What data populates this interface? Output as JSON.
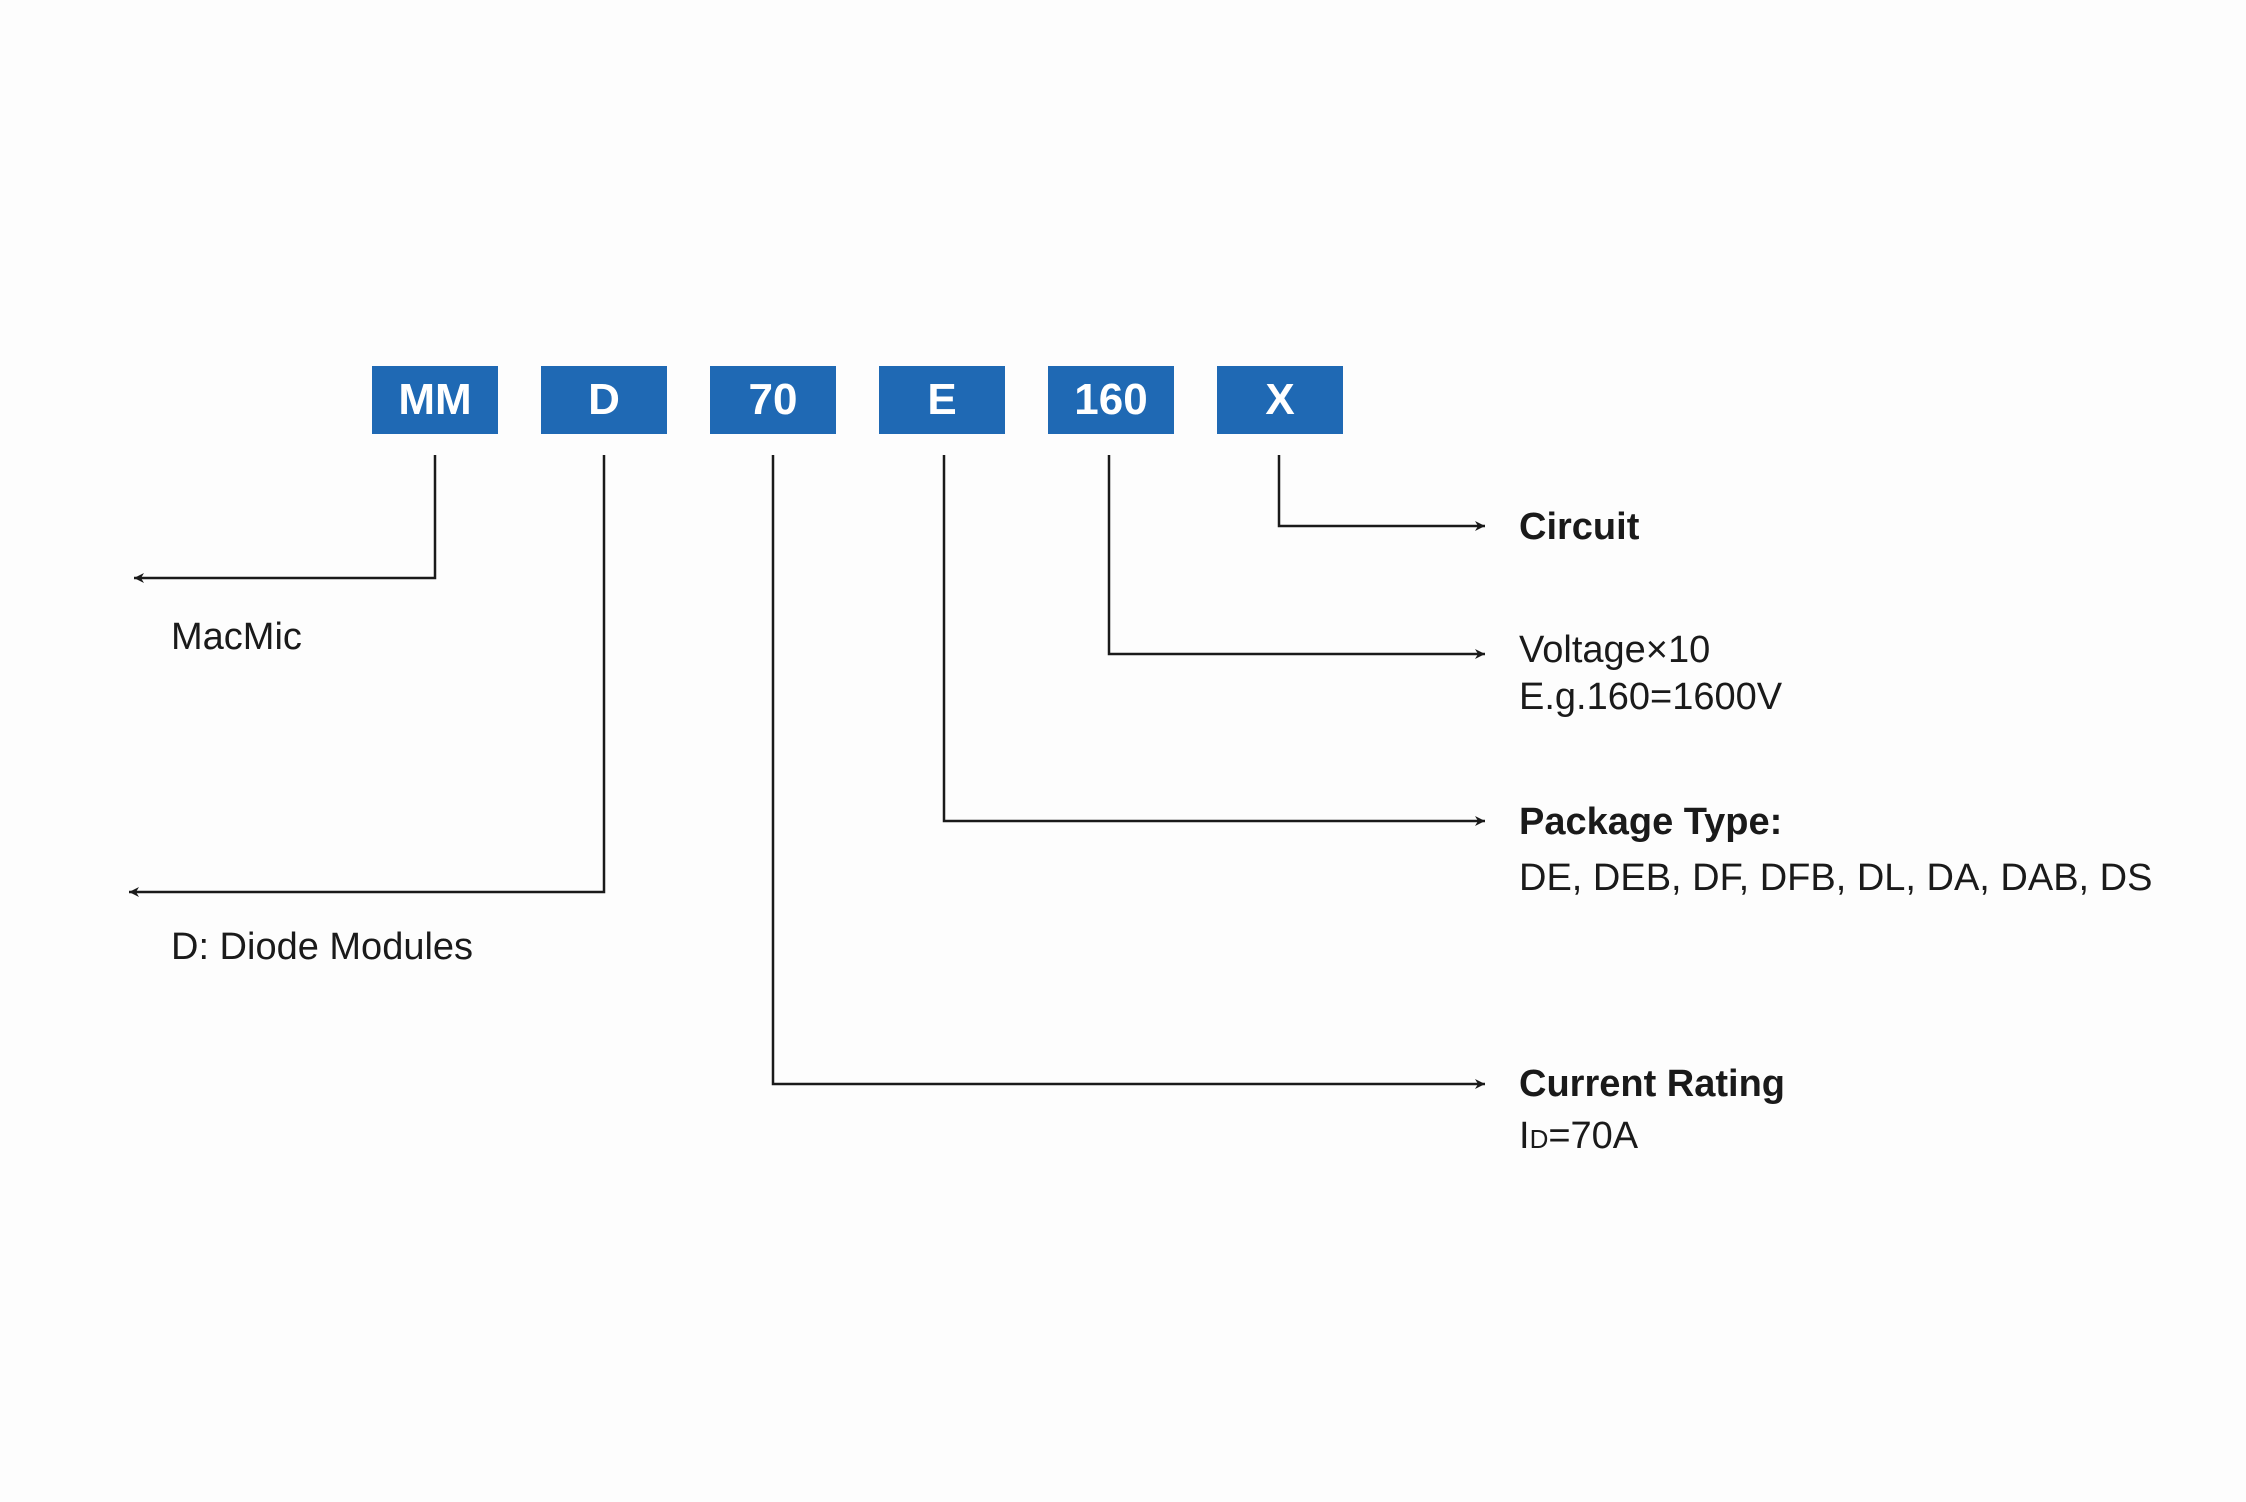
{
  "code_segments": [
    {
      "key": "mm",
      "text": "MM"
    },
    {
      "key": "d",
      "text": "D"
    },
    {
      "key": "70",
      "text": "70"
    },
    {
      "key": "e",
      "text": "E"
    },
    {
      "key": "160",
      "text": "160"
    },
    {
      "key": "x",
      "text": "X"
    }
  ],
  "descriptions": {
    "macmic": "MacMic",
    "diode_modules": "D: Diode Modules",
    "circuit": "Circuit",
    "voltage_line1": "Voltage×10",
    "voltage_line2": "E.g.160=1600V",
    "package_title": "Package Type:",
    "package_list": "DE, DEB, DF, DFB, DL, DA, DAB, DS",
    "current_title": "Current Rating",
    "current_symbol": "I",
    "current_subscript": "D",
    "current_value": "=70A"
  },
  "colors": {
    "box_fill": "#1f69b4",
    "box_text": "#ffffff",
    "line": "#1a1a1a",
    "background": "#fdfdfd"
  }
}
